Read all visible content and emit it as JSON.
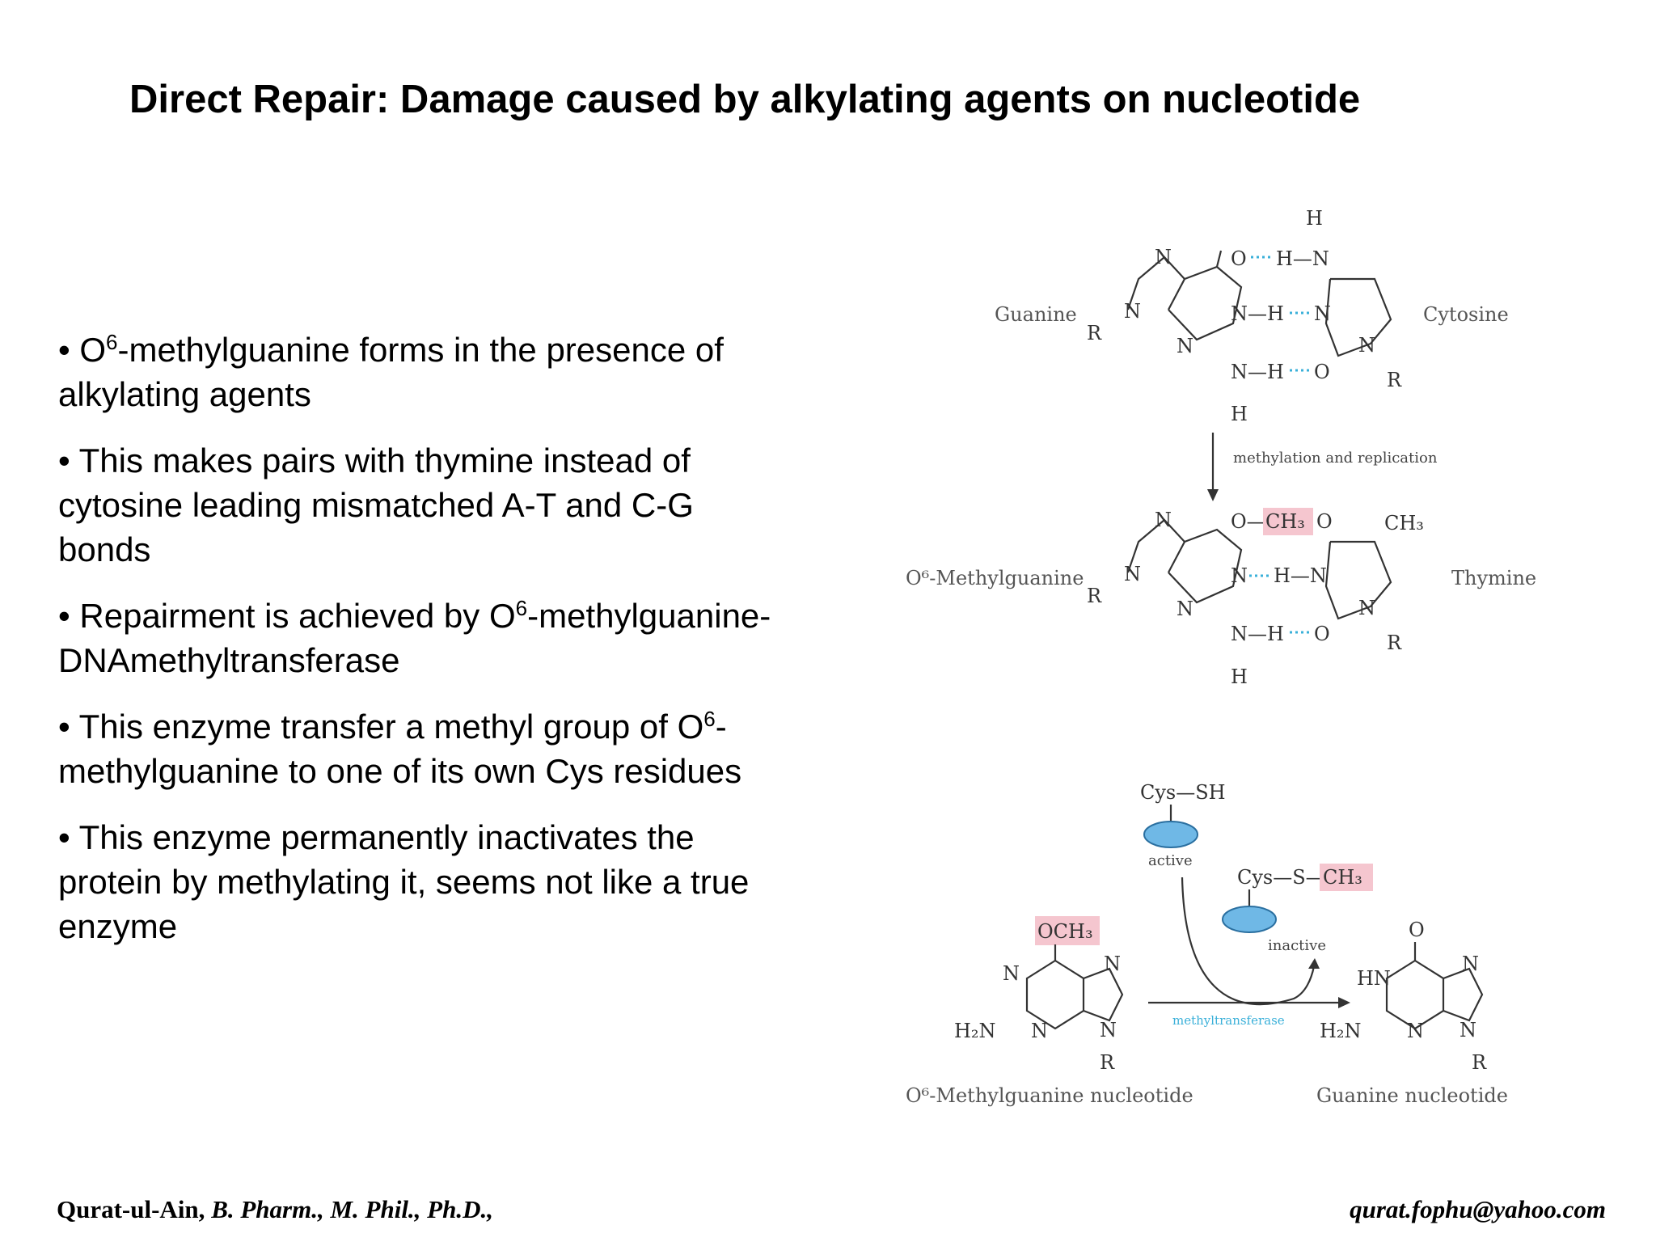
{
  "title": "Direct Repair: Damage caused by alkylating agents on nucleotide",
  "bullets": [
    {
      "pre": "• O",
      "sup": "6",
      "post": "-methylguanine forms in the presence of alkylating agents"
    },
    {
      "pre": "• This makes pairs with thymine instead of cytosine leading mismatched A-T and C-G bonds",
      "sup": "",
      "post": ""
    },
    {
      "pre": "• Repairment is achieved by O",
      "sup": "6",
      "post": "-methylguanine-DNAmethyltransferase"
    },
    {
      "pre": "• This enzyme transfer a methyl group of O",
      "sup": "6",
      "post": "-methylguanine to one of its own Cys residues"
    },
    {
      "pre": "• This enzyme permanently inactivates the protein by methylating it, seems not like a true enzyme",
      "sup": "",
      "post": ""
    }
  ],
  "figure": {
    "guanine": "Guanine",
    "cytosine": "Cytosine",
    "arrow_label": "methylation and replication",
    "o6_methylguanine": "O⁶-Methylguanine",
    "thymine": "Thymine",
    "cys_sh": "Cys—SH",
    "active": "active",
    "cys_s_ch3": "Cys—S—",
    "ch3_label": "CH₃",
    "inactive": "inactive",
    "och3": "OCH₃",
    "methyltransferase": "methyltransferase",
    "left_nucleotide": "O⁶-Methylguanine nucleotide",
    "right_nucleotide": "Guanine nucleotide"
  },
  "footer": {
    "author": "Qurat-ul-Ain,",
    "degrees": " B. Pharm., M. Phil., Ph.D.,",
    "email": "qurat.fophu@yahoo.com"
  },
  "colors": {
    "highlight": "#f5c6cf",
    "enzyme": "#6fb8e6",
    "hydrogen_bond": "#3ab0d9"
  }
}
